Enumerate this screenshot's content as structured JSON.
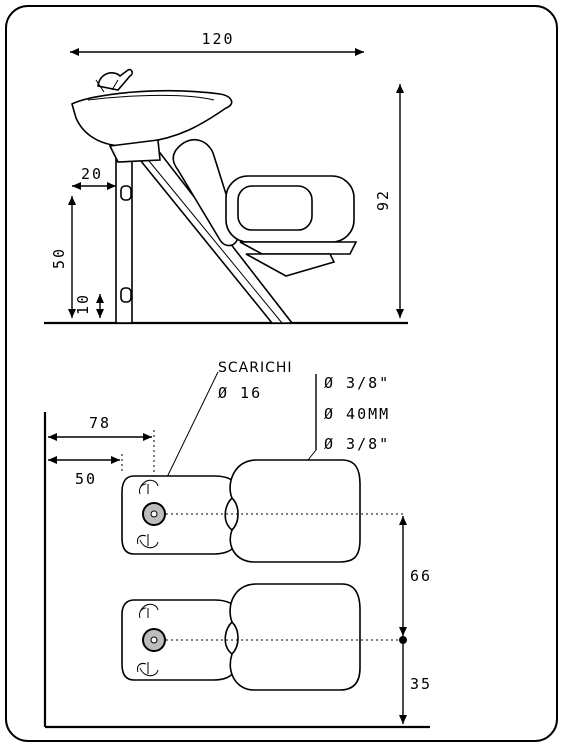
{
  "side_view": {
    "dim_width": "120",
    "dim_height": "92",
    "dim_front_offset": "20",
    "dim_bowl_height": "50",
    "dim_base": "10"
  },
  "plan_view": {
    "dim_drain_from_wall": "78",
    "dim_unit_from_wall": "50",
    "dim_spacing": "66",
    "dim_to_wall": "35",
    "drains_label": "SCARICHI",
    "drain_diameter": "Ø 16",
    "fittings": [
      "Ø 3/8\"",
      "Ø 40MM",
      "Ø 3/8\""
    ]
  }
}
